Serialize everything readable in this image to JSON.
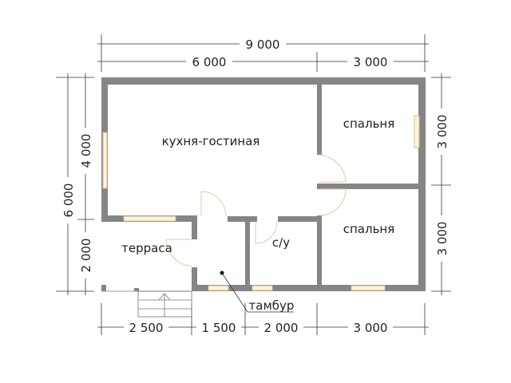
{
  "plan": {
    "rooms": {
      "kitchen_living": "кухня-гостиная",
      "bedroom_top": "спальня",
      "bedroom_bottom": "спальня",
      "terrace": "терраса",
      "bathroom": "с/у",
      "vestibule": "тамбур"
    },
    "dimensions": {
      "top_total": "9 000",
      "top_left": "6 000",
      "top_right": "3 000",
      "left_total": "6 000",
      "left_upper": "4 000",
      "left_lower": "2 000",
      "right_upper": "3 000",
      "right_lower": "3 000",
      "bottom": [
        "2 500",
        "1 500",
        "2 000",
        "3 000"
      ]
    },
    "colors": {
      "wall": "#858585",
      "window": "#fdf3dc"
    }
  }
}
